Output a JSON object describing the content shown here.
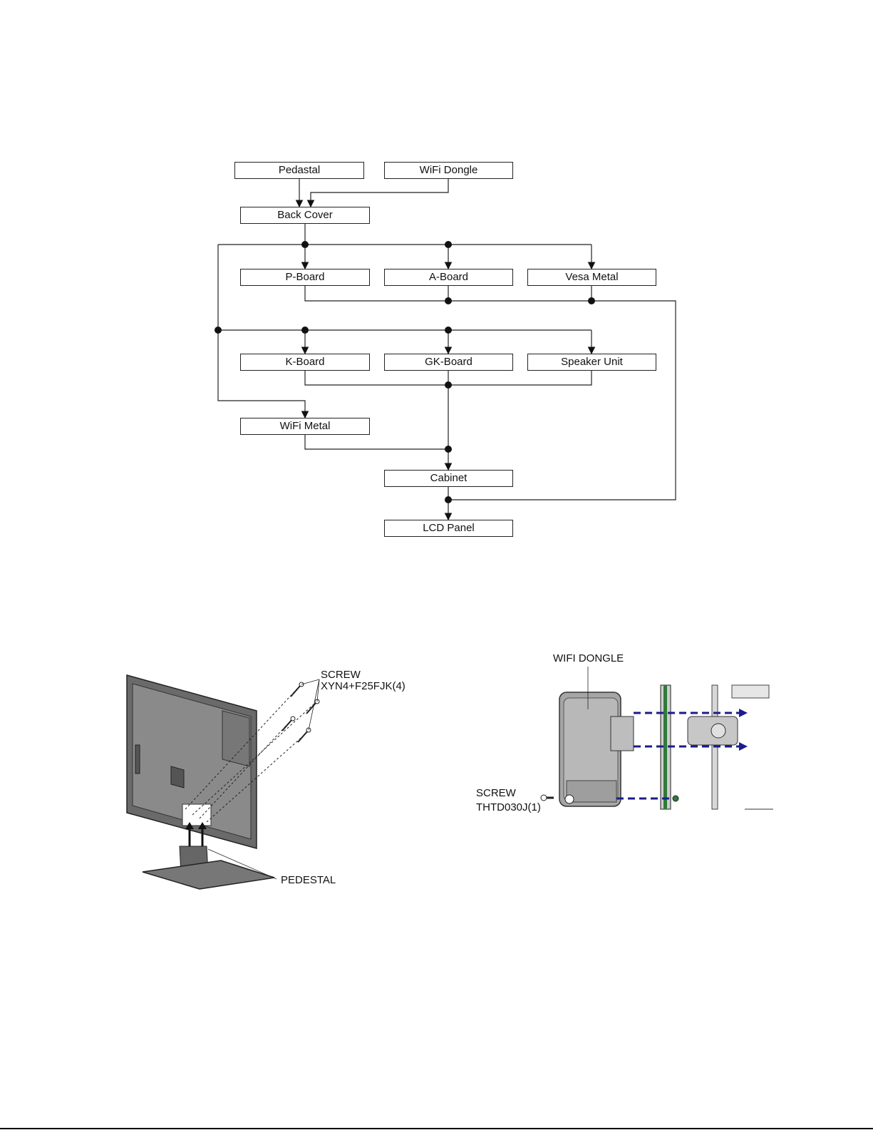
{
  "flowchart": {
    "boxes": {
      "pedestal": "Pedastal",
      "wifi_dongle": "WiFi Dongle",
      "back_cover": "Back Cover",
      "p_board": "P-Board",
      "a_board": "A-Board",
      "vesa_metal": "Vesa Metal",
      "k_board": "K-Board",
      "gk_board": "GK-Board",
      "speaker_unit": "Speaker Unit",
      "wifi_metal": "WiFi Metal",
      "cabinet": "Cabinet",
      "lcd_panel": "LCD Panel"
    }
  },
  "pedestal_figure": {
    "screw_label": "SCREW",
    "screw_part": "XYN4+F25FJK(4)",
    "pedestal_label": "PEDESTAL"
  },
  "dongle_figure": {
    "dongle_label": "WIFI DONGLE",
    "screw_label": "SCREW",
    "screw_part": "THTD030J(1)"
  },
  "colors": {
    "line": "#222222",
    "arrow_dashed": "#1c1c8a",
    "pcb_green": "#2f7a3a"
  }
}
